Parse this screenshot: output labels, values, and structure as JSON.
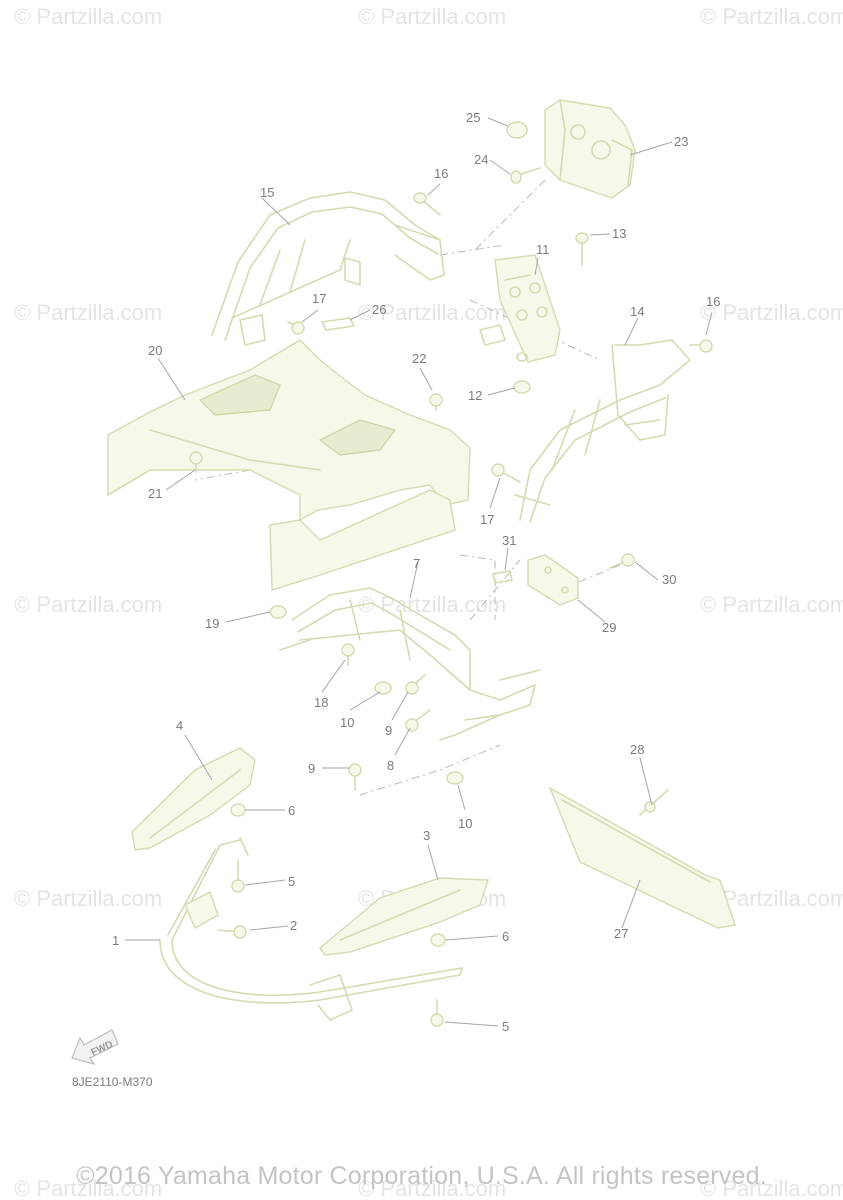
{
  "watermark": "© Partzilla.com",
  "diagram_code": "8JE2110-M370",
  "fwd_label": "FWD",
  "copyright": "©2016 Yamaha Motor Corporation, U.S.A. All rights reserved.",
  "callouts": [
    "1",
    "2",
    "3",
    "4",
    "5",
    "5",
    "6",
    "6",
    "7",
    "8",
    "9",
    "9",
    "10",
    "10",
    "11",
    "12",
    "13",
    "14",
    "15",
    "16",
    "16",
    "17",
    "17",
    "18",
    "19",
    "20",
    "21",
    "22",
    "23",
    "24",
    "25",
    "26",
    "27",
    "28",
    "29",
    "30",
    "31"
  ]
}
